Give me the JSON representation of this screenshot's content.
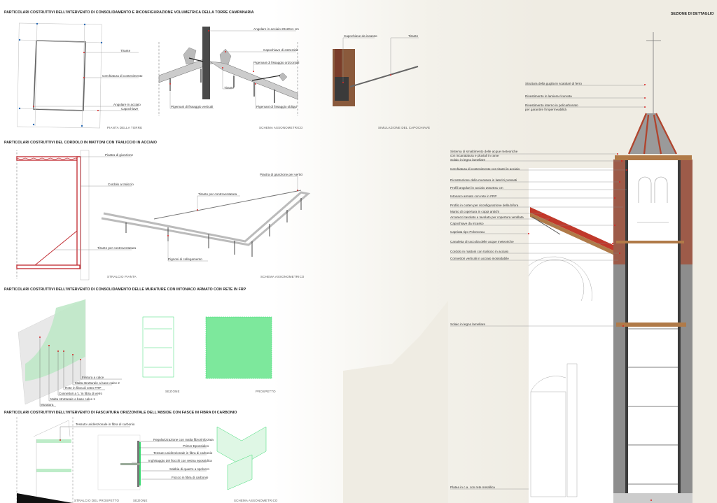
{
  "sheet_title": "SEZIONE DI DETTAGLIO",
  "sections": [
    {
      "title": "PARTICOLARI COSTRUTTIVI DELL'INTERVENTO DI CONSOLIDAMENTO E RICONFIGURAZIONE VOLUMETRICA DELLA TORRE CAMPANARIA",
      "plan_labels": [
        "Tirante",
        "Cerchiatura di contenimento",
        "Angolare in acciaio",
        "Capochiave"
      ],
      "plan_caption": "PIANTA DELLA TORRE",
      "axo_labels": [
        "Angolare in acciaio 20x20x1 cm",
        "Capochiave di estremità",
        "Pigemani di fissaggio orizzontali",
        "Tirante",
        "Pigemani di fissaggio verticali",
        "Pigemani di fissaggio obliqui"
      ],
      "axo_caption": "SCHEMA ASSONOMETRICO",
      "sim_labels": [
        "Capochiave da incasso",
        "Tirante"
      ],
      "sim_caption": "SIMULAZIONE DEL CAPOCHIAVE"
    },
    {
      "title": "PARTICOLARI COSTRUTTIVI DEL CORDOLO IN MATTONI CON TRALICCIO IN ACCIAIO",
      "plan_labels": [
        "Piastra di giunzione",
        "Cordolo a traliccio",
        "Tirante per controventatura"
      ],
      "plan_caption": "STRALCIO PIANTA",
      "axo_labels": [
        "Piastra di giunzione per vertici",
        "Tirante per controventatura",
        "Pignoni di collegamento"
      ],
      "axo_caption": "SCHEMA ASSONOMETRICO"
    },
    {
      "title": "PARTICOLARI COSTRUTTIVI DELL'INTERVENTO DI CONSOLIDAMENTO DELLE MURATURE CON INTONACO ARMATO CON RETE IN FRP",
      "layers": [
        "Finitura a calce",
        "Malta strutturale a base calce 2",
        "Rete in fibra di vetro FRP",
        "Connettori a 'L' in fibra di vetro",
        "Malta strutturale a base calce 1",
        "Muratura"
      ],
      "section_caption": "SEZIONE",
      "elevation_caption": "PROSPETTO"
    },
    {
      "title": "PARTICOLARI COSTRUTTIVI DELL'INTERVENTO DI FASCIATURA ORIZZONTALE DELL'ABSIDE CON FASCE IN FIBRA DI CARBONIO",
      "elevation_label": "Tessuto unidirezionale in fibra di carbonio",
      "section_labels": [
        "Regolarizzazione con malta fibrorinforzata",
        "Primer Epossidico",
        "Tessuto unidirezionale in fibra di carbonio",
        "Inghisaggio dei fiocchi con resina epossidica",
        "Sabbia di quarzo a spolvero",
        "Fiocco in fibra di carbonio"
      ],
      "captions": [
        "STRALCIO DEL PROSPETTO",
        "SEZIONE",
        "SCHEMA ASSONOMETRICO"
      ]
    }
  ],
  "detail": {
    "spire_labels": [
      "Struttura della guglia in scatolari di ferro",
      "Rivestimento in lamiera ricurvata",
      "Rivestimento interno in policarbonato",
      "per garantire l'impermeabilità"
    ],
    "labels": [
      "Sistema di smaltimento delle acque meteoriche",
      "con incanalatura e pluviali in rame",
      "Solaio in legno lamellare",
      "Cerchiatura di contenimento con tiranti in acciaio",
      "Ricostruzione della muratura in laterizi pressati",
      "Profili angolari in acciaio 20x20x1 cm",
      "Intonaco armato con rete in FRP",
      "Profilo in corten per riconfigurazione della bifora",
      "Manto di copertura in coppi antichi",
      "Arcarecci tavolato e tavolato per copertura ventilata",
      "Capochiave da incasso",
      "Capriata tipo Polonceau",
      "Canaletta di raccolta delle acque meteoriche",
      "Cordolo in mattoni con traliccio in acciaio",
      "Connettori verticali in acciaio inossidabile",
      "Solaio in legno lamellare",
      "Platea in c.a. con rete metallica"
    ]
  },
  "colors": {
    "accent_red": "#c0272d",
    "frp_green": "#3ddc74",
    "brick": "#a0523d",
    "wood": "#b07a48",
    "paper": "#efece3"
  }
}
